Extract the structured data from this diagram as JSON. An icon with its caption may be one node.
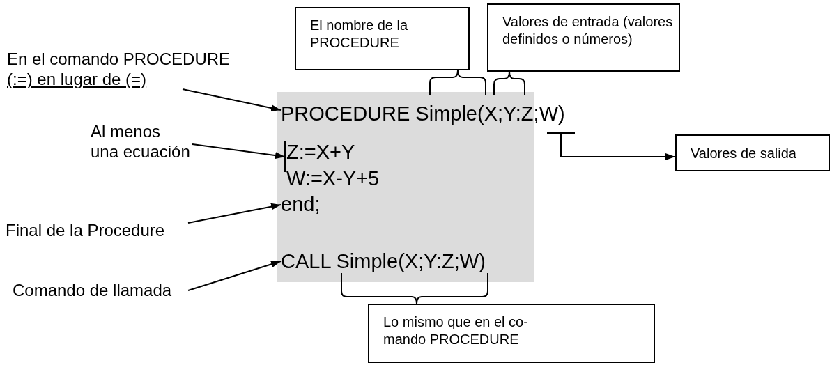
{
  "diagram": {
    "nodes": [
      {
        "text": [],
        "shape": "box"
      },
      {
        "text": [
          "PROCEDURE Simple(X;Y:Z;W)"
        ],
        "in": 0
      },
      {
        "text": [
          "Z:=X+Y"
        ],
        "in": 0
      },
      {
        "text": [
          "W:=X-Y+5"
        ],
        "in": 0
      },
      {
        "text": [
          "end;"
        ],
        "in": 0
      },
      {
        "text": [
          "CALL Simple(X;Y:Z;W)"
        ],
        "in": 0
      },
      {
        "text": [
          "En el comando PROCEDURE",
          "(:=) en lugar de (=)"
        ]
      },
      {
        "text": [
          "Al menos una ecuación"
        ]
      },
      {
        "text": [
          "Final de la Procedure"
        ]
      },
      {
        "text": [
          "Comando de llamada"
        ]
      },
      {
        "text": [
          "El nombre de la PROCEDURE"
        ]
      },
      {
        "text": [
          "Valores de entrada (valores definidos o números)"
        ]
      },
      {
        "text": [
          "Valores de salida"
        ]
      },
      {
        "text": [
          "Lo mismo que en el co- mando PROCEDURE"
        ]
      },
      {
        "text": [],
        "shape": "bar"
      }
    ],
    "edges": [
      {
        "from": 6,
        "to": 1,
        "arrow": "to"
      },
      {
        "from": 7,
        "to": 2,
        "arrow": "to"
      },
      {
        "from": 8,
        "to": 4,
        "arrow": "to"
      },
      {
        "from": 9,
        "to": 5,
        "arrow": "to"
      },
      {
        "from": 10,
        "to": 1,
        "arrow": "none"
      },
      {
        "from": 11,
        "to": 1,
        "arrow": "none"
      },
      {
        "from": 14,
        "to": 12,
        "arrow": "to"
      },
      {
        "from": 13,
        "to": 5,
        "arrow": "none"
      }
    ]
  }
}
